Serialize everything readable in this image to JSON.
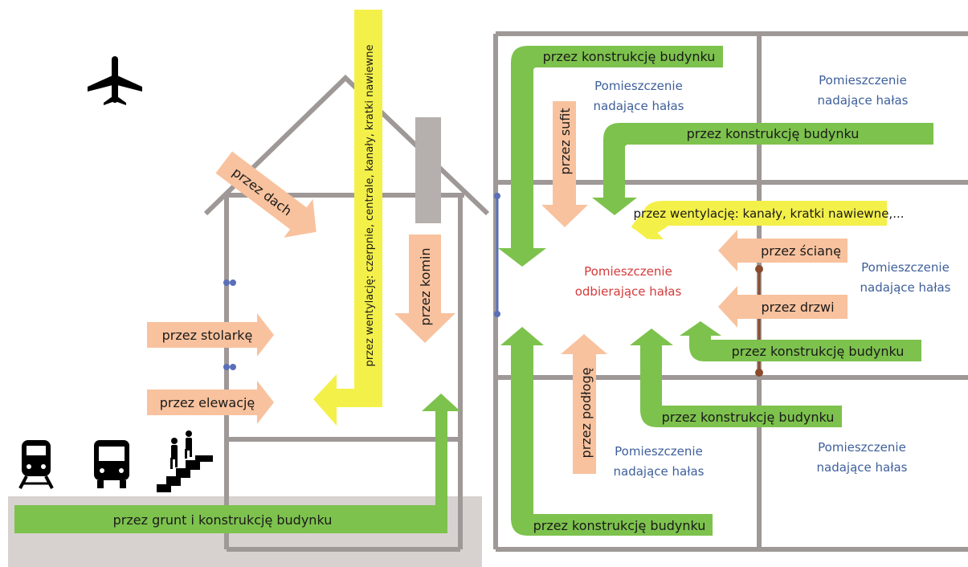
{
  "colors": {
    "green": "#7dc24d",
    "orange": "#f8c29e",
    "yellow": "#f4f04a",
    "wall": "#9e9897",
    "ground": "#d7d2cf",
    "blue_room_text": "#3e5f9a",
    "red_room_text": "#d63a3a",
    "door": "#8b4a2b",
    "window": "#5a6fb8"
  },
  "icons": [
    "airplane-icon",
    "train-icon",
    "bus-icon",
    "pedestrians-on-stairs-icon"
  ],
  "left_panel": {
    "path_roof": "przez dach",
    "path_ventilation": "przez wentylację: czerpnie, centrale, kanały, kratki nawiewne",
    "path_chimney": "przez komin",
    "path_joinery": "przez stolarkę",
    "path_facade": "przez elewację",
    "path_ground": "przez grunt i konstrukcję budynku"
  },
  "right_panel": {
    "rooms": {
      "source_top_mid": [
        "Pomieszczenie",
        "nadające hałas"
      ],
      "source_top_right": [
        "Pomieszczenie",
        "nadające hałas"
      ],
      "source_mid_right": [
        "Pomieszczenie",
        "nadające hałas"
      ],
      "source_bottom_mid": [
        "Pomieszczenie",
        "nadające hałas"
      ],
      "source_bottom_right": [
        "Pomieszczenie",
        "nadające hałas"
      ],
      "receiving": [
        "Pomieszczenie",
        "odbierające hałas"
      ]
    },
    "paths": {
      "structure_top": "przez konstrukcję budynku",
      "ceiling": "przez sufit",
      "structure_top_right": "przez konstrukcję budynku",
      "ventilation": "przez wentylację: kanały, kratki nawiewne,...",
      "wall": "przez ścianę",
      "door": "przez drzwi",
      "structure_mid_right": "przez konstrukcję budynku",
      "floor": "przez podłogę",
      "structure_bottom_mid": "przez konstrukcję budynku",
      "structure_bottom": "przez konstrukcję budynku"
    }
  }
}
